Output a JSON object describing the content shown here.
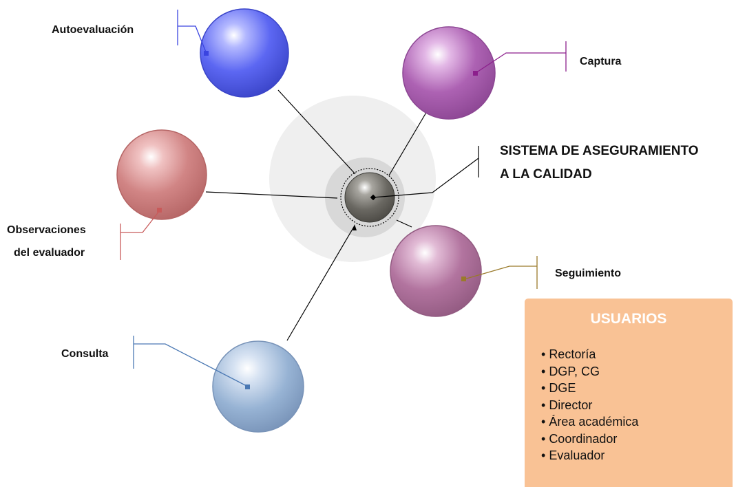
{
  "center": {
    "title_line1": "SISTEMA DE ASEGURAMIENTO",
    "title_line2": "A LA CALIDAD"
  },
  "nodes": [
    {
      "id": "autoevaluacion",
      "label": "Autoevaluación",
      "color": "#4f5be8"
    },
    {
      "id": "captura",
      "label": "Captura",
      "color": "#a658ad"
    },
    {
      "id": "observaciones",
      "label_line1": "Observaciones",
      "label_line2": "del evaluador",
      "color": "#cc7c7c"
    },
    {
      "id": "seguimiento",
      "label": "Seguimiento",
      "color": "#ad6a99"
    },
    {
      "id": "consulta",
      "label": "Consulta",
      "color": "#8ba8cc"
    }
  ],
  "users": {
    "title": "USUARIOS",
    "items": [
      "Rectoría",
      "DGP, CG",
      "DGE",
      "Director",
      "Área académica",
      "Coordinador",
      "Evaluador"
    ],
    "box_color": "#f9c295"
  }
}
